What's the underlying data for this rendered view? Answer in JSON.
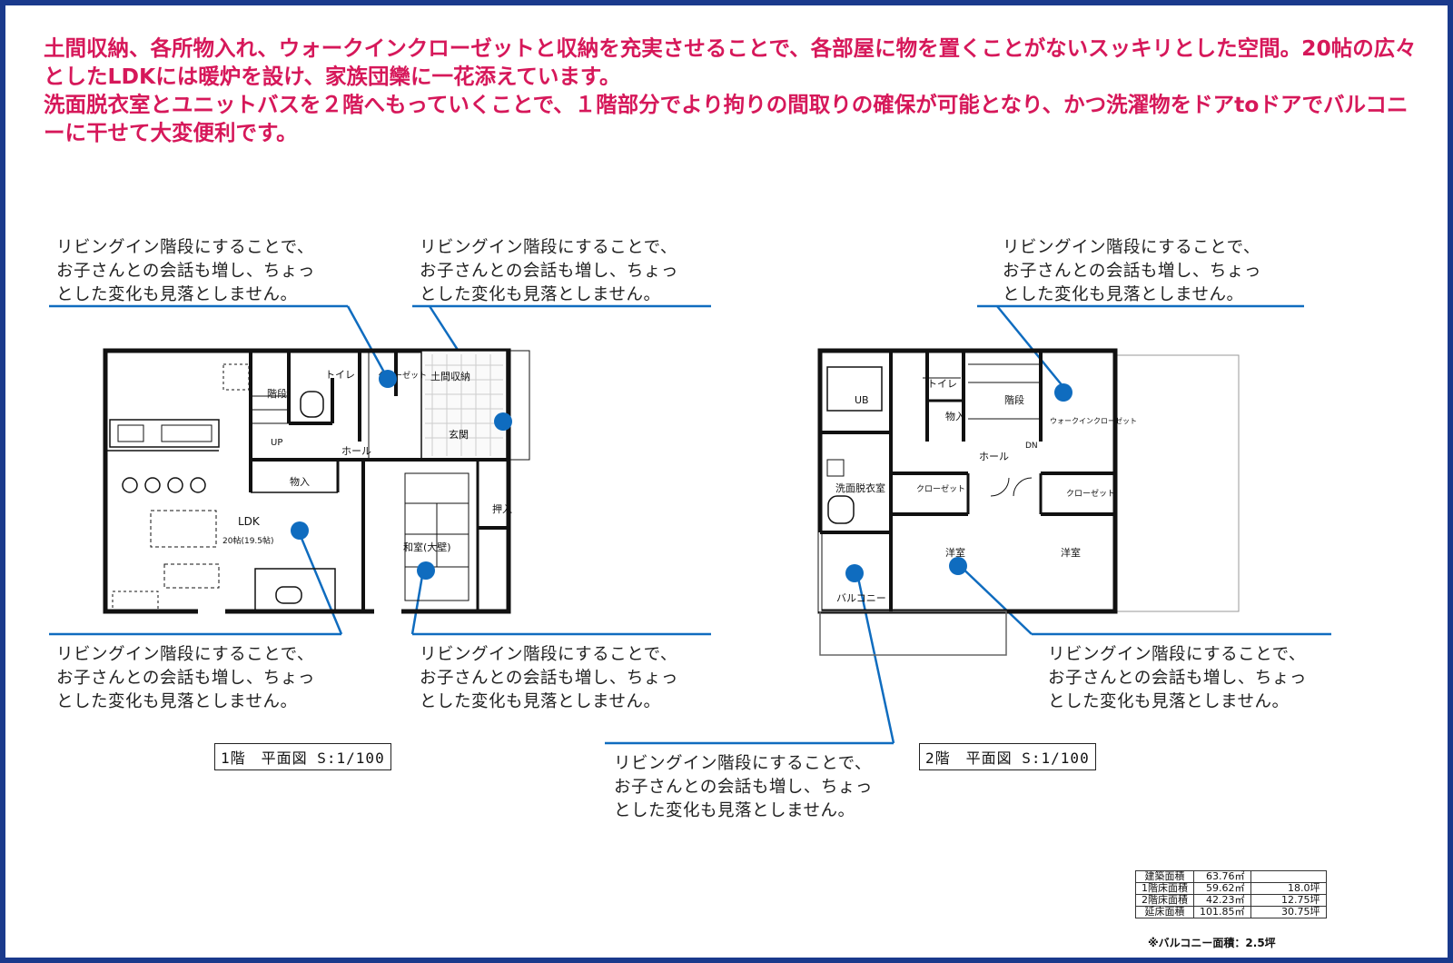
{
  "intro": {
    "p1": "土間収納、各所物入れ、ウォークインクローゼットと収納を充実させることで、各部屋に物を置くことがないスッキリとした空間。20帖の広々としたLDKには暖炉を設け、家族団欒に一花添えています。",
    "p2": "洗面脱衣室とユニットバスを２階へもっていくことで、１階部分でより拘りの間取りの確保が可能となり、かつ洗濯物をドアtoドアでバルコニーに干せて大変便利です。"
  },
  "notes": [
    {
      "l1": "リビングイン階段にすることで、",
      "l2": "お子さんとの会話も増し、ちょっ",
      "l3": "とした変化も見落としません。"
    },
    {
      "l1": "リビングイン階段にすることで、",
      "l2": "お子さんとの会話も増し、ちょっ",
      "l3": "とした変化も見落としません。"
    },
    {
      "l1": "リビングイン階段にすることで、",
      "l2": "お子さんとの会話も増し、ちょっ",
      "l3": "とした変化も見落としません。"
    },
    {
      "l1": "リビングイン階段にすることで、",
      "l2": "お子さんとの会話も増し、ちょっ",
      "l3": "とした変化も見落としません。"
    },
    {
      "l1": "リビングイン階段にすることで、",
      "l2": "お子さんとの会話も増し、ちょっ",
      "l3": "とした変化も見落としません。"
    },
    {
      "l1": "リビングイン階段にすることで、",
      "l2": "お子さんとの会話も増し、ちょっ",
      "l3": "とした変化も見落としません。"
    },
    {
      "l1": "リビングイン階段にすることで、",
      "l2": "お子さんとの会話も増し、ちょっ",
      "l3": "とした変化も見落としません。"
    }
  ],
  "captions": {
    "floor1": "1階　平面図 S:1/100",
    "floor2": "2階　平面図 S:1/100"
  },
  "rooms1": {
    "tatami_storage": "土間収納",
    "stairs": "階段",
    "toilet": "トイレ",
    "closet": "クローゼット",
    "up": "UP",
    "hall": "ホール",
    "entrance": "玄関",
    "storage": "物入",
    "oshiire": "押入",
    "ldk": "LDK",
    "ldk_size": "20帖(19.5帖)",
    "washitsu": "和室(大壁)"
  },
  "rooms2": {
    "ub": "UB",
    "toilet": "トイレ",
    "storage": "物入",
    "stairs": "階段",
    "wic": "ウォークインクローゼット",
    "hall": "ホール",
    "dn": "DN",
    "washroom": "洗面脱衣室",
    "closet_a": "クローゼット",
    "closet_b": "クローゼット",
    "youshitsu_a": "洋室",
    "youshitsu_b": "洋室",
    "balcony": "バルコニー"
  },
  "area_table": [
    {
      "label": "建築面積",
      "sqm": "63.76㎡",
      "tsubo": ""
    },
    {
      "label": "1階床面積",
      "sqm": "59.62㎡",
      "tsubo": "18.0坪"
    },
    {
      "label": "2階床面積",
      "sqm": "42.23㎡",
      "tsubo": "12.75坪"
    },
    {
      "label": "延床面積",
      "sqm": "101.85㎡",
      "tsubo": "30.75坪"
    }
  ],
  "balcony_note": "※バルコニー面積：2.5坪",
  "colors": {
    "border": "#1a3a8c",
    "accent": "#d6185a",
    "marker": "#0f6cbf"
  }
}
